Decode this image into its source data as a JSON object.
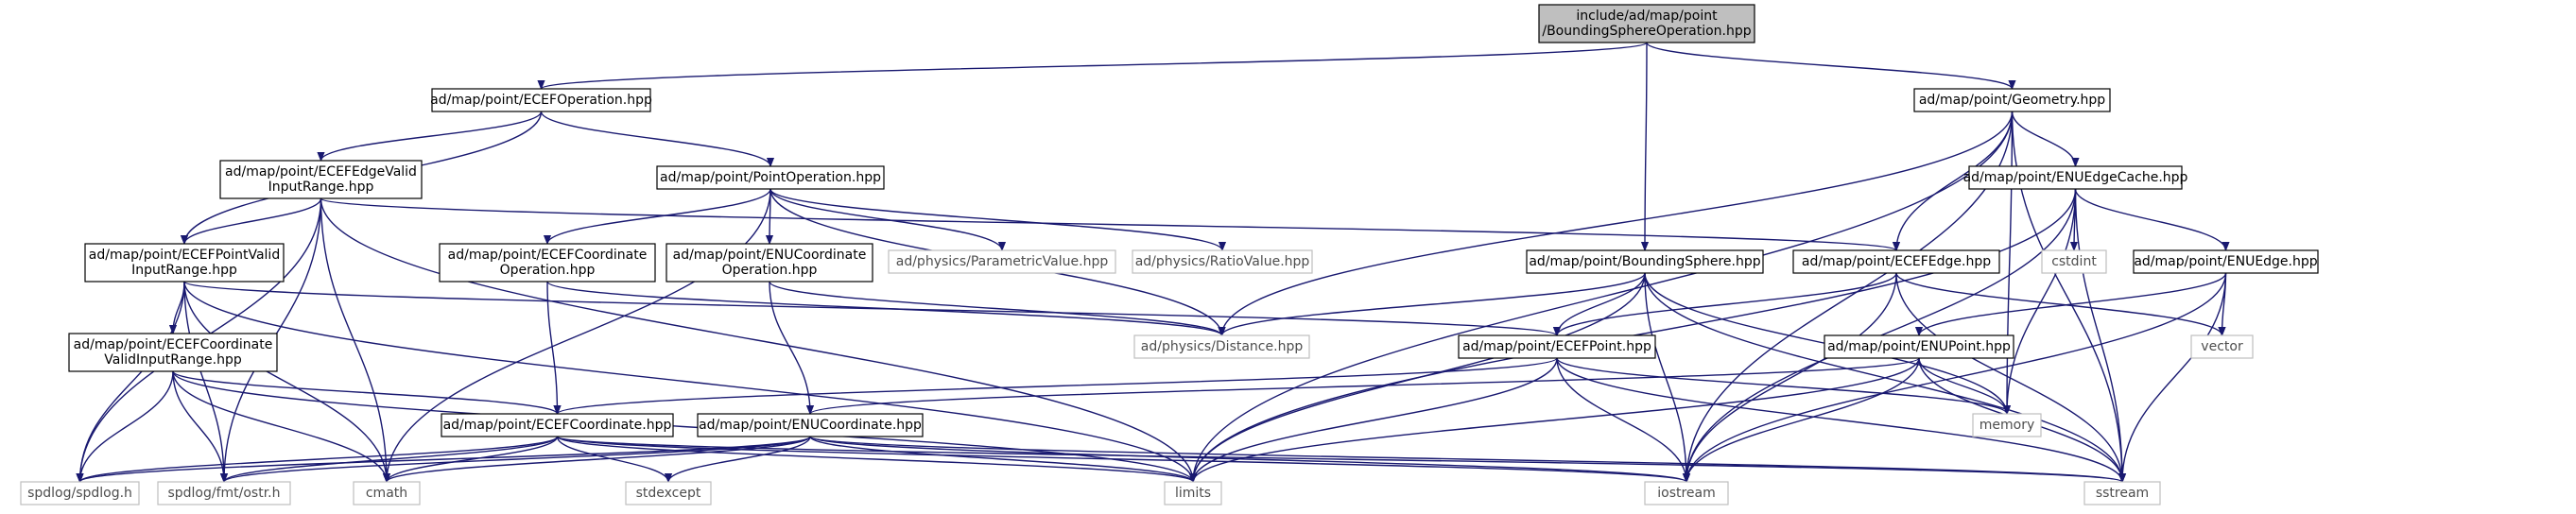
{
  "colors": {
    "edge": "#191970",
    "border": "#000000",
    "border_external": "#bfbfbf",
    "root_fill": "#bfbfbf",
    "fill": "#ffffff",
    "text": "#000000",
    "text_external": "#4d4d4d"
  },
  "arrow_icon": "arrowhead-icon",
  "nodes": [
    {
      "id": "root",
      "lines": [
        "include/ad/map/point",
        "/BoundingSphereOperation.hpp"
      ],
      "kind": "root"
    },
    {
      "id": "ecefop",
      "lines": [
        "ad/map/point/ECEFOperation.hpp"
      ],
      "kind": "internal"
    },
    {
      "id": "geometry",
      "lines": [
        "ad/map/point/Geometry.hpp"
      ],
      "kind": "internal"
    },
    {
      "id": "ecefedgevalid",
      "lines": [
        "ad/map/point/ECEFEdgeValid",
        "InputRange.hpp"
      ],
      "kind": "internal"
    },
    {
      "id": "pointop",
      "lines": [
        "ad/map/point/PointOperation.hpp"
      ],
      "kind": "internal"
    },
    {
      "id": "enuedgecache",
      "lines": [
        "ad/map/point/ENUEdgeCache.hpp"
      ],
      "kind": "internal"
    },
    {
      "id": "ecefpointvalid",
      "lines": [
        "ad/map/point/ECEFPointValid",
        "InputRange.hpp"
      ],
      "kind": "internal"
    },
    {
      "id": "ecefcoordop",
      "lines": [
        "ad/map/point/ECEFCoordinate",
        "Operation.hpp"
      ],
      "kind": "internal"
    },
    {
      "id": "enucoordop",
      "lines": [
        "ad/map/point/ENUCoordinate",
        "Operation.hpp"
      ],
      "kind": "internal"
    },
    {
      "id": "paramval",
      "lines": [
        "ad/physics/ParametricValue.hpp"
      ],
      "kind": "external"
    },
    {
      "id": "ratioval",
      "lines": [
        "ad/physics/RatioValue.hpp"
      ],
      "kind": "external"
    },
    {
      "id": "cstdint",
      "lines": [
        "cstdint"
      ],
      "kind": "external"
    },
    {
      "id": "enuedge",
      "lines": [
        "ad/map/point/ENUEdge.hpp"
      ],
      "kind": "internal"
    },
    {
      "id": "boundingsphere",
      "lines": [
        "ad/map/point/BoundingSphere.hpp"
      ],
      "kind": "internal"
    },
    {
      "id": "ecefedge",
      "lines": [
        "ad/map/point/ECEFEdge.hpp"
      ],
      "kind": "internal"
    },
    {
      "id": "ecefcoordvalid",
      "lines": [
        "ad/map/point/ECEFCoordinate",
        "ValidInputRange.hpp"
      ],
      "kind": "internal"
    },
    {
      "id": "distance",
      "lines": [
        "ad/physics/Distance.hpp"
      ],
      "kind": "external"
    },
    {
      "id": "vector",
      "lines": [
        "vector"
      ],
      "kind": "external"
    },
    {
      "id": "ecefpoint",
      "lines": [
        "ad/map/point/ECEFPoint.hpp"
      ],
      "kind": "internal"
    },
    {
      "id": "enupoint",
      "lines": [
        "ad/map/point/ENUPoint.hpp"
      ],
      "kind": "internal"
    },
    {
      "id": "ecefcoord",
      "lines": [
        "ad/map/point/ECEFCoordinate.hpp"
      ],
      "kind": "internal"
    },
    {
      "id": "enucoord",
      "lines": [
        "ad/map/point/ENUCoordinate.hpp"
      ],
      "kind": "internal"
    },
    {
      "id": "memory",
      "lines": [
        "memory"
      ],
      "kind": "external"
    },
    {
      "id": "spdlog",
      "lines": [
        "spdlog/spdlog.h"
      ],
      "kind": "external"
    },
    {
      "id": "ostr",
      "lines": [
        "spdlog/fmt/ostr.h"
      ],
      "kind": "external"
    },
    {
      "id": "cmath",
      "lines": [
        "cmath"
      ],
      "kind": "external"
    },
    {
      "id": "stdexcept",
      "lines": [
        "stdexcept"
      ],
      "kind": "external"
    },
    {
      "id": "limits",
      "lines": [
        "limits"
      ],
      "kind": "external"
    },
    {
      "id": "iostream",
      "lines": [
        "iostream"
      ],
      "kind": "external"
    },
    {
      "id": "sstream",
      "lines": [
        "sstream"
      ],
      "kind": "external"
    }
  ],
  "edges": [
    [
      "root",
      "ecefop"
    ],
    [
      "root",
      "geometry"
    ],
    [
      "root",
      "boundingsphere"
    ],
    [
      "ecefop",
      "ecefedgevalid"
    ],
    [
      "ecefop",
      "pointop"
    ],
    [
      "ecefop",
      "ecefpointvalid"
    ],
    [
      "geometry",
      "enuedgecache"
    ],
    [
      "geometry",
      "ecefedge"
    ],
    [
      "geometry",
      "distance"
    ],
    [
      "geometry",
      "limits"
    ],
    [
      "geometry",
      "memory"
    ],
    [
      "geometry",
      "iostream"
    ],
    [
      "geometry",
      "sstream"
    ],
    [
      "ecefedgevalid",
      "ecefpointvalid"
    ],
    [
      "ecefedgevalid",
      "ecefedge"
    ],
    [
      "ecefedgevalid",
      "cmath"
    ],
    [
      "ecefedgevalid",
      "limits"
    ],
    [
      "ecefedgevalid",
      "spdlog"
    ],
    [
      "ecefedgevalid",
      "ostr"
    ],
    [
      "pointop",
      "ecefcoordop"
    ],
    [
      "pointop",
      "enucoordop"
    ],
    [
      "pointop",
      "paramval"
    ],
    [
      "pointop",
      "ratioval"
    ],
    [
      "pointop",
      "distance"
    ],
    [
      "pointop",
      "cmath"
    ],
    [
      "enuedgecache",
      "enuedge"
    ],
    [
      "enuedgecache",
      "cstdint"
    ],
    [
      "enuedgecache",
      "memory"
    ],
    [
      "enuedgecache",
      "limits"
    ],
    [
      "enuedgecache",
      "iostream"
    ],
    [
      "enuedgecache",
      "sstream"
    ],
    [
      "ecefpointvalid",
      "ecefcoordvalid"
    ],
    [
      "ecefpointvalid",
      "ecefpoint"
    ],
    [
      "ecefpointvalid",
      "cmath"
    ],
    [
      "ecefpointvalid",
      "limits"
    ],
    [
      "ecefpointvalid",
      "spdlog"
    ],
    [
      "ecefpointvalid",
      "ostr"
    ],
    [
      "ecefcoordop",
      "ecefcoord"
    ],
    [
      "ecefcoordop",
      "distance"
    ],
    [
      "enucoordop",
      "enucoord"
    ],
    [
      "enucoordop",
      "distance"
    ],
    [
      "enuedge",
      "enupoint"
    ],
    [
      "enuedge",
      "vector"
    ],
    [
      "enuedge",
      "iostream"
    ],
    [
      "enuedge",
      "sstream"
    ],
    [
      "boundingsphere",
      "ecefpoint"
    ],
    [
      "boundingsphere",
      "distance"
    ],
    [
      "boundingsphere",
      "limits"
    ],
    [
      "boundingsphere",
      "iostream"
    ],
    [
      "boundingsphere",
      "sstream"
    ],
    [
      "boundingsphere",
      "memory"
    ],
    [
      "ecefedge",
      "ecefpoint"
    ],
    [
      "ecefedge",
      "vector"
    ],
    [
      "ecefedge",
      "iostream"
    ],
    [
      "ecefedge",
      "sstream"
    ],
    [
      "ecefcoordvalid",
      "ecefcoord"
    ],
    [
      "ecefcoordvalid",
      "cmath"
    ],
    [
      "ecefcoordvalid",
      "limits"
    ],
    [
      "ecefcoordvalid",
      "spdlog"
    ],
    [
      "ecefcoordvalid",
      "ostr"
    ],
    [
      "ecefpoint",
      "ecefcoord"
    ],
    [
      "ecefpoint",
      "memory"
    ],
    [
      "ecefpoint",
      "limits"
    ],
    [
      "ecefpoint",
      "iostream"
    ],
    [
      "ecefpoint",
      "sstream"
    ],
    [
      "enupoint",
      "enucoord"
    ],
    [
      "enupoint",
      "memory"
    ],
    [
      "enupoint",
      "limits"
    ],
    [
      "enupoint",
      "iostream"
    ],
    [
      "enupoint",
      "sstream"
    ],
    [
      "ecefcoord",
      "cmath"
    ],
    [
      "ecefcoord",
      "stdexcept"
    ],
    [
      "ecefcoord",
      "limits"
    ],
    [
      "ecefcoord",
      "spdlog"
    ],
    [
      "ecefcoord",
      "ostr"
    ],
    [
      "ecefcoord",
      "iostream"
    ],
    [
      "ecefcoord",
      "sstream"
    ],
    [
      "enucoord",
      "cmath"
    ],
    [
      "enucoord",
      "stdexcept"
    ],
    [
      "enucoord",
      "limits"
    ],
    [
      "enucoord",
      "spdlog"
    ],
    [
      "enucoord",
      "ostr"
    ],
    [
      "enucoord",
      "iostream"
    ],
    [
      "enucoord",
      "sstream"
    ]
  ]
}
